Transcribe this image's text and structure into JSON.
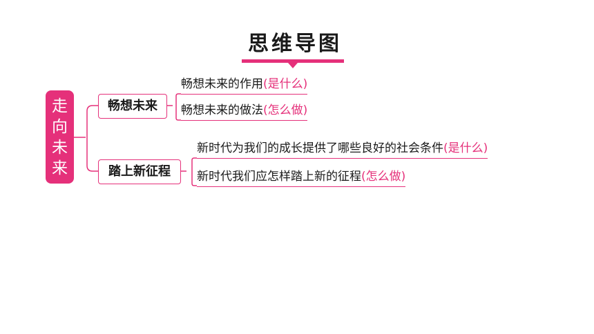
{
  "title": "思维导图",
  "root": {
    "chars": [
      "走",
      "向",
      "未",
      "来"
    ]
  },
  "branches": [
    {
      "label": "畅想未来",
      "items": [
        {
          "text": "畅想未来的作用",
          "tag": "(是什么)"
        },
        {
          "text": "畅想未来的做法",
          "tag": "(怎么做)"
        }
      ]
    },
    {
      "label": "踏上新征程",
      "items": [
        {
          "text": "新时代为我们的成长提供了哪些良好的社会条件",
          "tag": "(是什么)"
        },
        {
          "text": "新时代我们应怎样踏上新的征程",
          "tag": "(怎么做)"
        }
      ]
    }
  ],
  "colors": {
    "accent": "#e5307a",
    "text": "#1a1a1a"
  }
}
